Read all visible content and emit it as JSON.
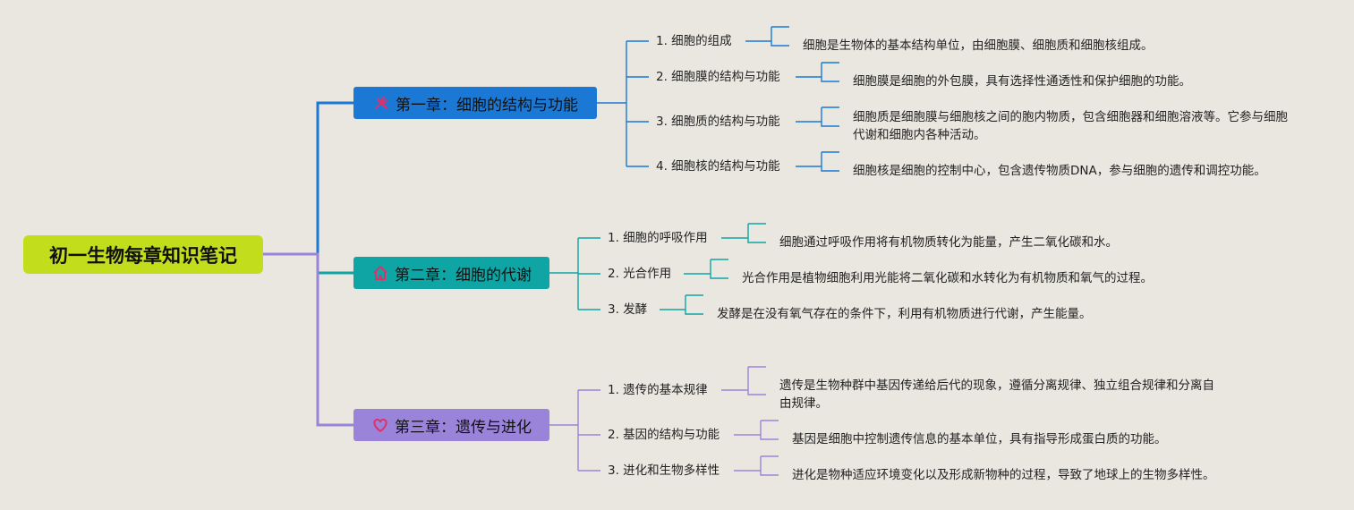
{
  "root": {
    "title": "初一生物每章知识笔记"
  },
  "colors": {
    "background": "#e9e7df",
    "root": "#c2dd1c",
    "chapter1": "#1b79d5",
    "chapter2": "#0fa5a5",
    "chapter3": "#9a84da"
  },
  "chapters": [
    {
      "icon": "tools-icon",
      "title": "第一章：细胞的结构与功能",
      "topics": [
        {
          "label": "1. 细胞的组成",
          "desc": "细胞是生物体的基本结构单位，由细胞膜、细胞质和细胞核组成。"
        },
        {
          "label": "2. 细胞膜的结构与功能",
          "desc": "细胞膜是细胞的外包膜，具有选择性通透性和保护细胞的功能。"
        },
        {
          "label": "3. 细胞质的结构与功能",
          "desc": "细胞质是细胞膜与细胞核之间的胞内物质，包含细胞器和细胞溶液等。它参与细胞代谢和细胞内各种活动。"
        },
        {
          "label": "4. 细胞核的结构与功能",
          "desc": "细胞核是细胞的控制中心，包含遗传物质DNA，参与细胞的遗传和调控功能。"
        }
      ]
    },
    {
      "icon": "house-icon",
      "title": "第二章：细胞的代谢",
      "topics": [
        {
          "label": "1. 细胞的呼吸作用",
          "desc": "细胞通过呼吸作用将有机物质转化为能量，产生二氧化碳和水。"
        },
        {
          "label": "2. 光合作用",
          "desc": "光合作用是植物细胞利用光能将二氧化碳和水转化为有机物质和氧气的过程。"
        },
        {
          "label": "3. 发酵",
          "desc": "发酵是在没有氧气存在的条件下，利用有机物质进行代谢，产生能量。"
        }
      ]
    },
    {
      "icon": "heart-icon",
      "title": "第三章：遗传与进化",
      "topics": [
        {
          "label": "1. 遗传的基本规律",
          "desc": "遗传是生物种群中基因传递给后代的现象，遵循分离规律、独立组合规律和分离自由规律。"
        },
        {
          "label": "2. 基因的结构与功能",
          "desc": "基因是细胞中控制遗传信息的基本单位，具有指导形成蛋白质的功能。"
        },
        {
          "label": "3. 进化和生物多样性",
          "desc": "进化是物种适应环境变化以及形成新物种的过程，导致了地球上的生物多样性。"
        }
      ]
    }
  ]
}
